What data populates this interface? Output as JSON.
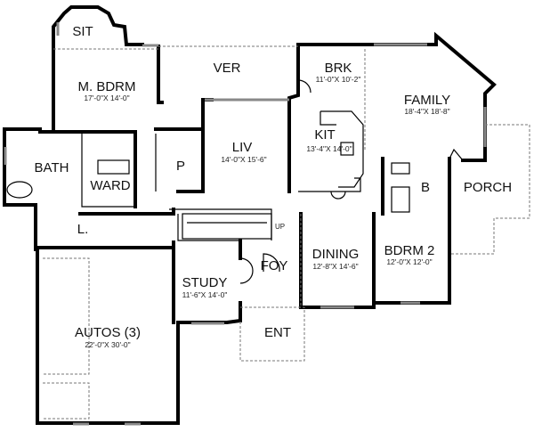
{
  "rooms": {
    "sit": {
      "name": "SIT"
    },
    "master": {
      "name": "M. BDRM",
      "size": "17'-0\"X 14'-0\""
    },
    "ver": {
      "name": "VER"
    },
    "brk": {
      "name": "BRK",
      "size": "11'-0\"X 10'-2\""
    },
    "family": {
      "name": "FAMILY",
      "size": "18'-4\"X 18'-8\""
    },
    "liv": {
      "name": "LIV",
      "size": "14'-0\"X 15'-6\""
    },
    "kit": {
      "name": "KIT",
      "size": "13'-4\"X 14'-0\""
    },
    "bath": {
      "name": "BATH"
    },
    "ward": {
      "name": "WARD"
    },
    "powder": {
      "name": "P"
    },
    "bath2": {
      "name": "B"
    },
    "porch": {
      "name": "PORCH"
    },
    "laundry": {
      "name": "L."
    },
    "foy": {
      "name": "FOY"
    },
    "dining": {
      "name": "DINING",
      "size": "12'-8\"X 14'-6\""
    },
    "bdrm2": {
      "name": "BDRM 2",
      "size": "12'-0\"X 12'-0\""
    },
    "study": {
      "name": "STUDY",
      "size": "11'-6\"X 14'-0\""
    },
    "ent": {
      "name": "ENT"
    },
    "autos": {
      "name": "AUTOS (3)",
      "size": "22'-0\"X 30'-0\""
    }
  },
  "stair_label": "UP"
}
